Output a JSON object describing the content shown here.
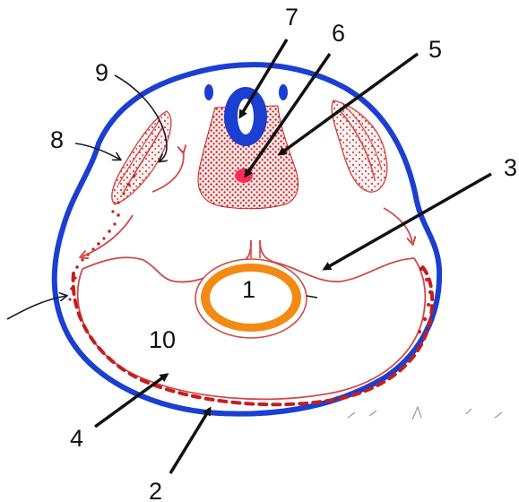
{
  "labels": {
    "l1": "1",
    "l2": "2",
    "l3": "3",
    "l4": "4",
    "l5": "5",
    "l6": "6",
    "l7": "7",
    "l8": "8",
    "l9": "9",
    "l10": "10"
  },
  "colors": {
    "ectoderm": "#1a3fd1",
    "neural_tube": "#1a3fd1",
    "mesoderm_dots": "#c41e1e",
    "somatic_line": "#d04a4a",
    "notochord": "#ff2a55",
    "gut_fill": "#f28a14",
    "gut_outline": "#d04a4a",
    "arrow": "#111111"
  }
}
